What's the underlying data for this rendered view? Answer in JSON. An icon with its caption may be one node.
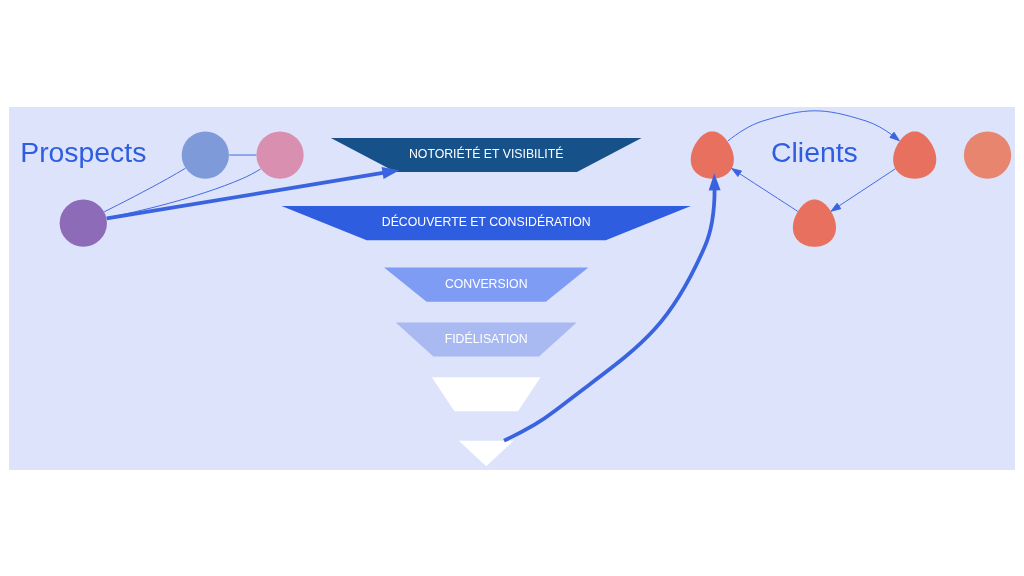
{
  "diagram": {
    "nodes": [
      {
        "text": [
          "Prospects"
        ]
      },
      {
        "text": [],
        "shape": "circle"
      },
      {
        "text": [],
        "shape": "circle"
      },
      {
        "text": [],
        "shape": "circle"
      },
      {
        "text": [
          "NOTORIÉTÉ ET VISIBILITÉ"
        ]
      },
      {
        "text": [
          "DÉCOUVERTE ET CONSIDÉRATION"
        ]
      },
      {
        "text": [
          "CONVERSION"
        ]
      },
      {
        "text": [
          "FIDÉLISATION"
        ]
      },
      {
        "text": [],
        "shape": "picture"
      },
      {
        "text": [],
        "shape": "triangle"
      },
      {
        "text": [
          "Clients"
        ]
      },
      {
        "text": [],
        "shape": "person"
      },
      {
        "text": [],
        "shape": "person"
      },
      {
        "text": [],
        "shape": "person"
      },
      {
        "text": [],
        "shape": "circle"
      }
    ],
    "edges": [
      {
        "from": 1,
        "to": 2,
        "arrow": "none"
      },
      {
        "from": 2,
        "to": 3,
        "arrow": "none"
      },
      {
        "from": 3,
        "to": 1,
        "arrow": "none"
      },
      {
        "from": 1,
        "to": 4,
        "arrow": "to",
        "style": "thick"
      },
      {
        "from": 9,
        "to": 13,
        "arrow": "to",
        "style": "thick"
      },
      {
        "from": 12,
        "to": 11,
        "arrow": "to"
      },
      {
        "from": 11,
        "to": 13,
        "arrow": "to"
      },
      {
        "from": 13,
        "to": 12,
        "arrow": "to"
      }
    ]
  }
}
